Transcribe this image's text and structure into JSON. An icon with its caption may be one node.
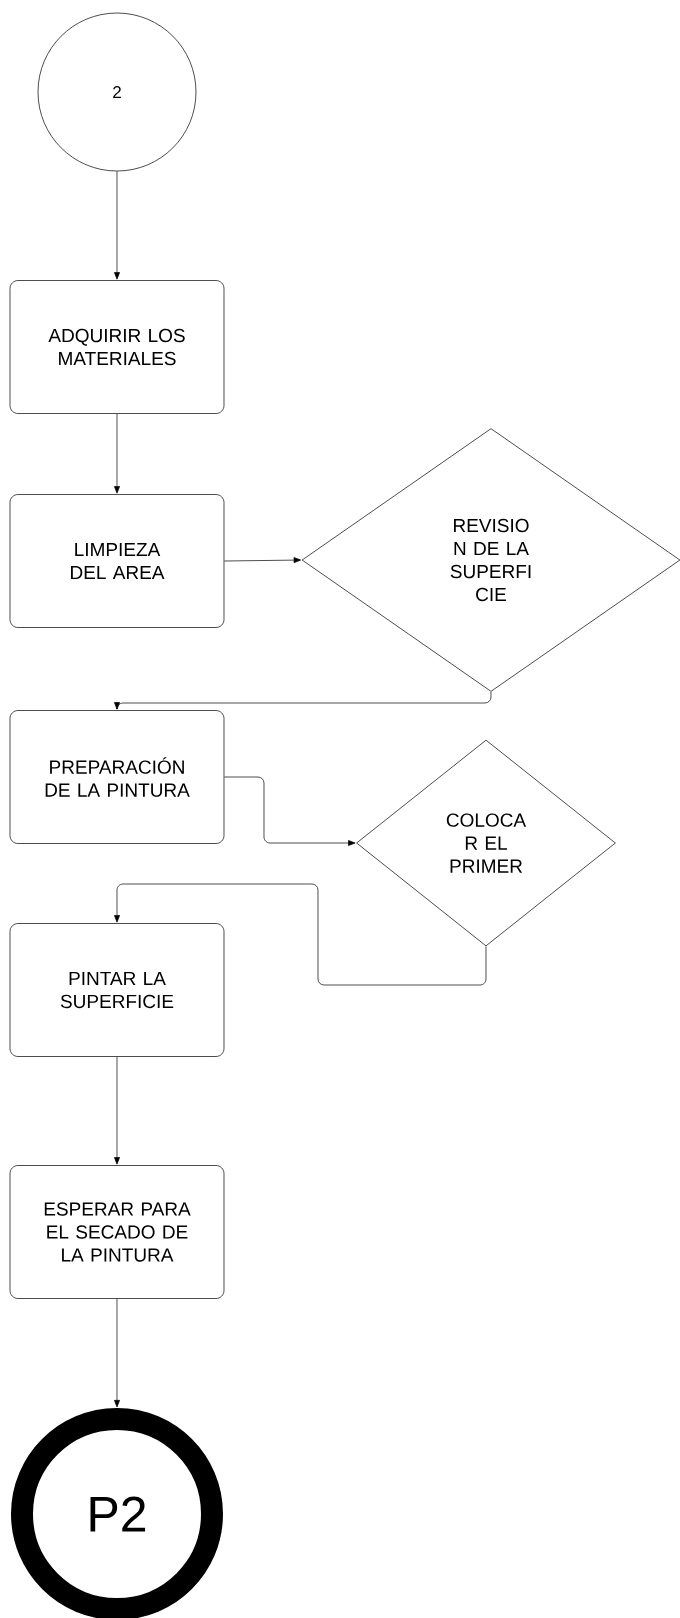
{
  "diagram": {
    "nodes": [
      {
        "text": [
          "2"
        ]
      },
      {
        "text": [
          "ADQUIRIR LOS MATERIALES"
        ]
      },
      {
        "text": [
          "LIMPIEZA DEL AREA"
        ]
      },
      {
        "text": [
          "REVISIO N DE LA SUPERFI CIE"
        ]
      },
      {
        "text": [
          "PREPARACIÓN DE LA PINTURA"
        ]
      },
      {
        "text": [
          "COLOCA R EL PRIMER"
        ]
      },
      {
        "text": [
          "PINTAR LA SUPERFICIE"
        ]
      },
      {
        "text": [
          "ESPERAR PARA EL SECADO DE LA PINTURA"
        ]
      },
      {
        "text": [
          "P2"
        ]
      }
    ],
    "edges": [
      {
        "from": 0,
        "to": 1,
        "arrow": "to"
      },
      {
        "from": 1,
        "to": 2,
        "arrow": "to"
      },
      {
        "from": 2,
        "to": 3,
        "arrow": "to"
      },
      {
        "from": 3,
        "to": 4,
        "arrow": "to"
      },
      {
        "from": 4,
        "to": 5,
        "arrow": "to"
      },
      {
        "from": 5,
        "to": 6,
        "arrow": "to"
      },
      {
        "from": 6,
        "to": 7,
        "arrow": "to"
      },
      {
        "from": 7,
        "to": 8,
        "arrow": "to"
      }
    ]
  }
}
